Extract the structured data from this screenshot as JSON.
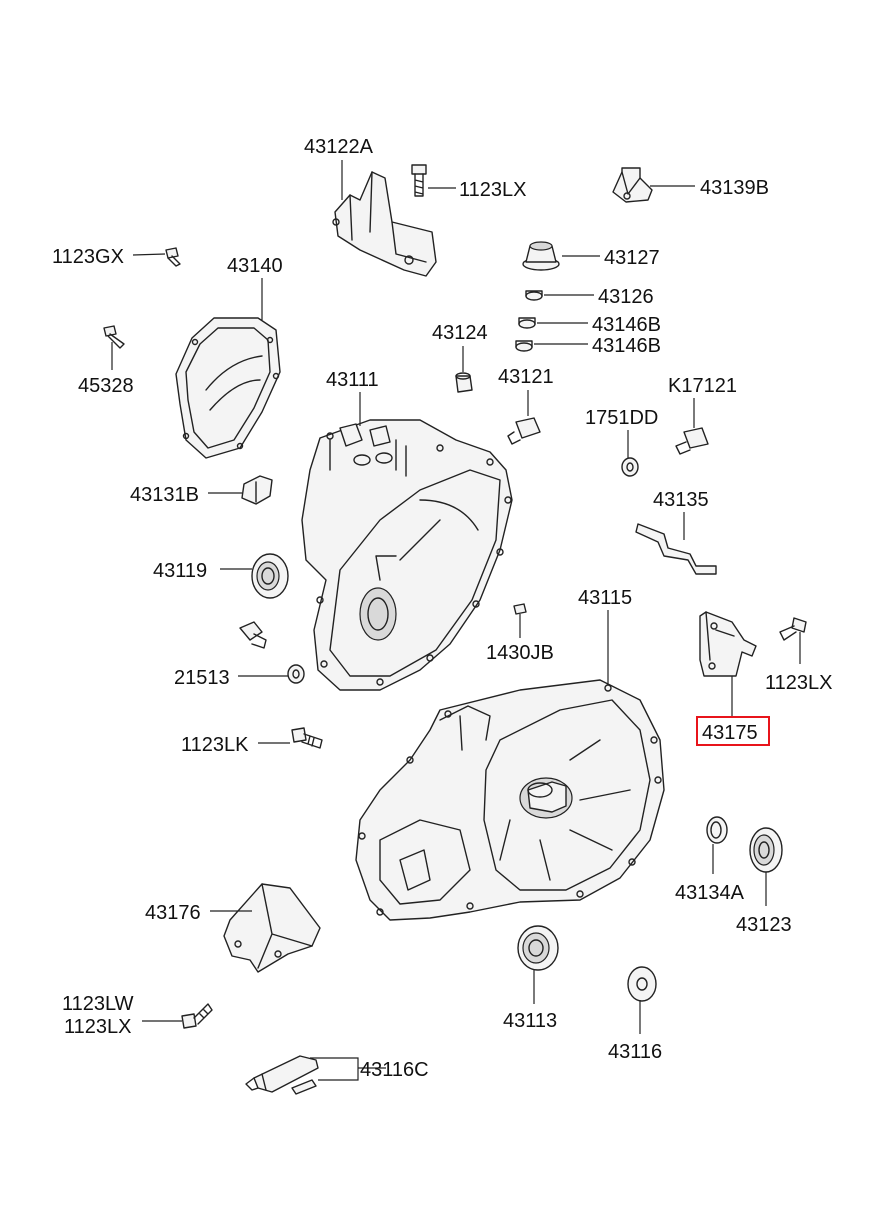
{
  "diagram": {
    "highlight_color": "#e8141b",
    "highlighted_part": "43175",
    "labels": {
      "p43122A": "43122A",
      "p1123LX_top": "1123LX",
      "p43139B": "43139B",
      "p1123GX": "1123GX",
      "p43140": "43140",
      "p43127": "43127",
      "p43126": "43126",
      "p43146B_a": "43146B",
      "p43146B_b": "43146B",
      "p45328": "45328",
      "p43124": "43124",
      "p43111": "43111",
      "p43121": "43121",
      "p1751DD": "1751DD",
      "pK17121": "K17121",
      "p43131B": "43131B",
      "p43135": "43135",
      "p43119": "43119",
      "p43115": "43115",
      "p1430JB": "1430JB",
      "p21513": "21513",
      "p1123LX_right": "1123LX",
      "p43175": "43175",
      "p1123LK": "1123LK",
      "p43134A": "43134A",
      "p43123": "43123",
      "p43176": "43176",
      "p43113": "43113",
      "p1123LW": "1123LW",
      "p1123LX_bottom": "1123LX",
      "p43116": "43116",
      "p43116C": "43116C"
    }
  }
}
